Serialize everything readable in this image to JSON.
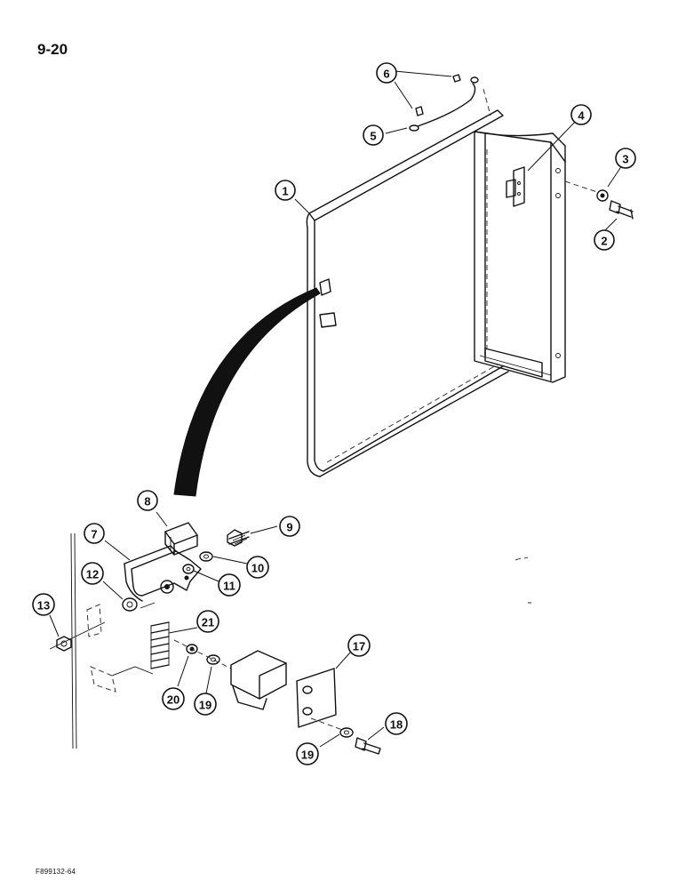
{
  "page_number": "9-20",
  "figure_code": "F899132-64",
  "callouts": [
    {
      "id": "c1",
      "label": "1"
    },
    {
      "id": "c2",
      "label": "2"
    },
    {
      "id": "c3",
      "label": "3"
    },
    {
      "id": "c4",
      "label": "4"
    },
    {
      "id": "c5",
      "label": "5"
    },
    {
      "id": "c6",
      "label": "6"
    },
    {
      "id": "c7",
      "label": "7"
    },
    {
      "id": "c8",
      "label": "8"
    },
    {
      "id": "c9",
      "label": "9"
    },
    {
      "id": "c10",
      "label": "10"
    },
    {
      "id": "c11",
      "label": "11"
    },
    {
      "id": "c12",
      "label": "12"
    },
    {
      "id": "c13",
      "label": "13"
    },
    {
      "id": "c17",
      "label": "17"
    },
    {
      "id": "c18",
      "label": "18"
    },
    {
      "id": "c19a",
      "label": "19"
    },
    {
      "id": "c19b",
      "label": "19"
    },
    {
      "id": "c20",
      "label": "20"
    },
    {
      "id": "c21",
      "label": "21"
    }
  ]
}
